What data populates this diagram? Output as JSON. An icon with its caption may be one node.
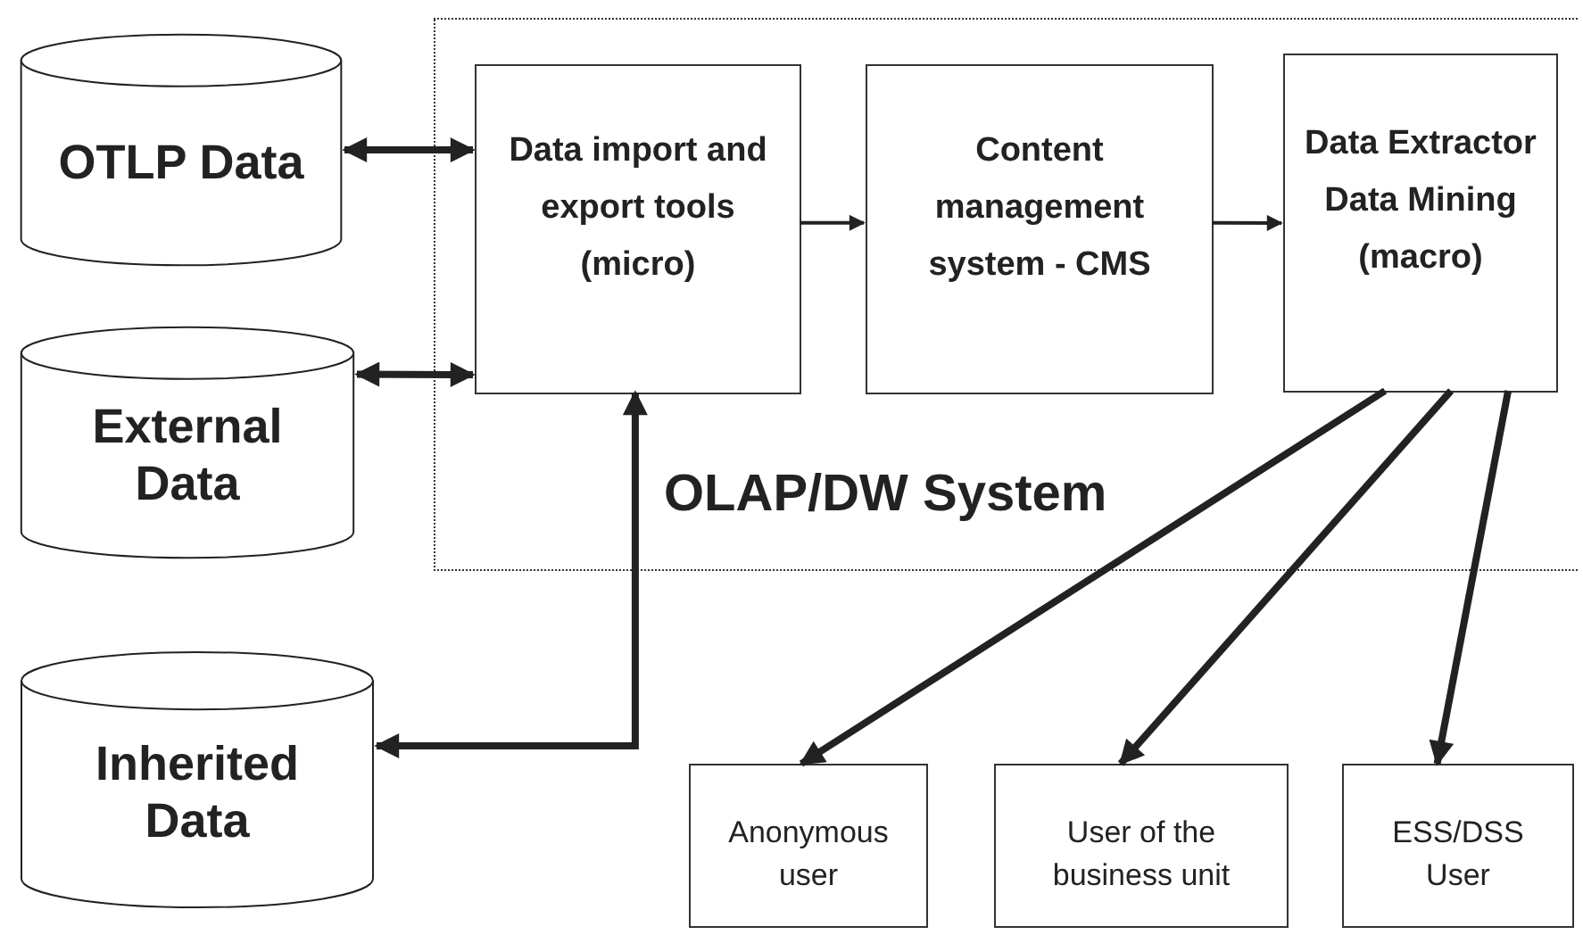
{
  "diagram": {
    "nodes": [
      {
        "text": [
          "OTLP Data"
        ]
      },
      {
        "text": [
          "External Data"
        ]
      },
      {
        "text": [
          "OLAP/DW System"
        ]
      },
      {
        "text": [
          "Data import and export tools (micro)"
        ],
        "in": 2
      },
      {
        "text": [
          "Content management system - CMS"
        ],
        "in": 2
      },
      {
        "text": [
          "Data Extractor Data Mining (macro)"
        ],
        "in": 2
      },
      {
        "text": [
          "Inherited Data"
        ]
      },
      {
        "text": [
          "Anonymous user"
        ]
      },
      {
        "text": [
          "User of the business unit"
        ]
      },
      {
        "text": [
          "ESS/DSS User"
        ]
      }
    ],
    "edges": [
      {
        "from": 0,
        "to": 3,
        "arrow": "both"
      },
      {
        "from": 1,
        "to": 3,
        "arrow": "both"
      },
      {
        "from": 3,
        "to": 4,
        "arrow": "to"
      },
      {
        "from": 4,
        "to": 5,
        "arrow": "to"
      },
      {
        "from": 6,
        "to": 3,
        "arrow": "both"
      },
      {
        "from": 5,
        "to": 7,
        "arrow": "to"
      },
      {
        "from": 5,
        "to": 8,
        "arrow": "to"
      },
      {
        "from": 5,
        "to": 9,
        "arrow": "to"
      }
    ]
  }
}
